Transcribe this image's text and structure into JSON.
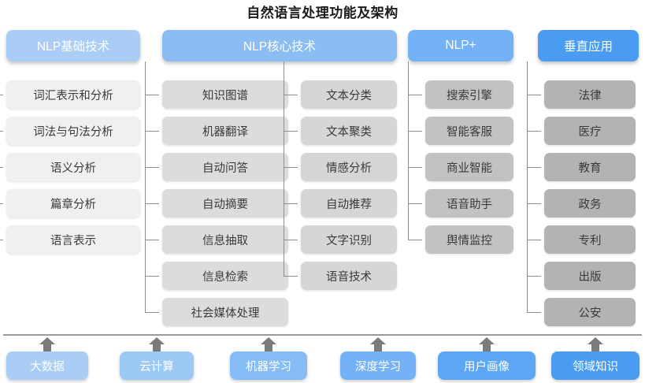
{
  "title": "自然语言处理功能及架构",
  "palette": {
    "header_1": "#a9cdf4",
    "header_2": "#8cbdf2",
    "header_3": "#74b2f7",
    "header_4": "#4a9cf0",
    "leaf_1": "#f0f0f0",
    "leaf_2": "#dcdcdc",
    "leaf_3": "#d6d6d6",
    "leaf_4": "#c2c2c2",
    "leaf_5": "#b3b3b3",
    "connector": "#8e8e8e",
    "arrow": "#7b7b7b",
    "baseline": "#9a9a9a",
    "title_text": "#1b1b1b"
  },
  "columns": [
    {
      "header": "NLP基础技术",
      "header_color": "#a9cdf4",
      "groups": [
        {
          "leaf_color": "#f0f0f0",
          "items": [
            "词汇表示和分析",
            "词法与句法分析",
            "语义分析",
            "篇章分析",
            "语言表示"
          ]
        }
      ]
    },
    {
      "header": "NLP核心技术",
      "header_color": "#8cbdf2",
      "groups": [
        {
          "leaf_color": "#dcdcdc",
          "items": [
            "知识图谱",
            "机器翻译",
            "自动问答",
            "自动摘要",
            "信息抽取",
            "信息检索",
            "社会媒体处理"
          ]
        },
        {
          "leaf_color": "#d6d6d6",
          "items": [
            "文本分类",
            "文本聚类",
            "情感分析",
            "自动推荐",
            "文字识别",
            "语音技术"
          ]
        }
      ]
    },
    {
      "header": "NLP+",
      "header_color": "#74b2f7",
      "groups": [
        {
          "leaf_color": "#c2c2c2",
          "items": [
            "搜索引擎",
            "智能客服",
            "商业智能",
            "语音助手",
            "舆情监控"
          ]
        }
      ]
    },
    {
      "header": "垂直应用",
      "header_color": "#4a9cf0",
      "groups": [
        {
          "leaf_color": "#b3b3b3",
          "items": [
            "法律",
            "医疗",
            "教育",
            "政务",
            "专利",
            "出版",
            "公安"
          ]
        }
      ]
    }
  ],
  "foundation": {
    "items": [
      {
        "label": "大数据",
        "color": "#a9cdf4"
      },
      {
        "label": "云计算",
        "color": "#9cc8f4"
      },
      {
        "label": "机器学习",
        "color": "#85bcf5"
      },
      {
        "label": "深度学习",
        "color": "#74b2f7"
      },
      {
        "label": "用户画像",
        "color": "#5da6f3"
      },
      {
        "label": "领域知识",
        "color": "#4a9cf0"
      }
    ]
  }
}
